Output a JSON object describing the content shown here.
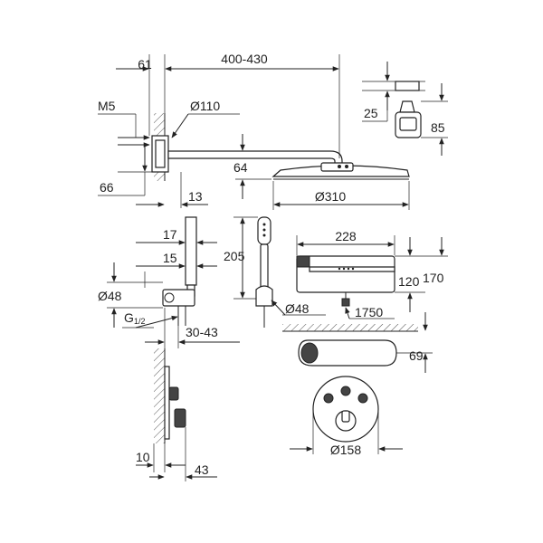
{
  "dimensions": {
    "arm_offset": "61",
    "arm_length": "400-430",
    "screw": "M5",
    "flange_dia": "Ø110",
    "depth_66": "66",
    "head_height": "64",
    "head_dia": "Ø310",
    "depth_13": "13",
    "controller_25": "25",
    "controller_85": "85",
    "holder_17": "17",
    "holder_15": "15",
    "hand_shower_205": "205",
    "elbow_dia": "Ø48",
    "thread_g": "G",
    "thread_fraction": "1/2",
    "outlet_30_43": "30-43",
    "hose_dia": "Ø48",
    "hose_length": "1750",
    "shelf_228": "228",
    "shelf_120": "120",
    "shelf_170": "170",
    "shelf_69": "69",
    "wall_10": "10",
    "wall_43": "43",
    "valve_dia": "Ø158"
  }
}
